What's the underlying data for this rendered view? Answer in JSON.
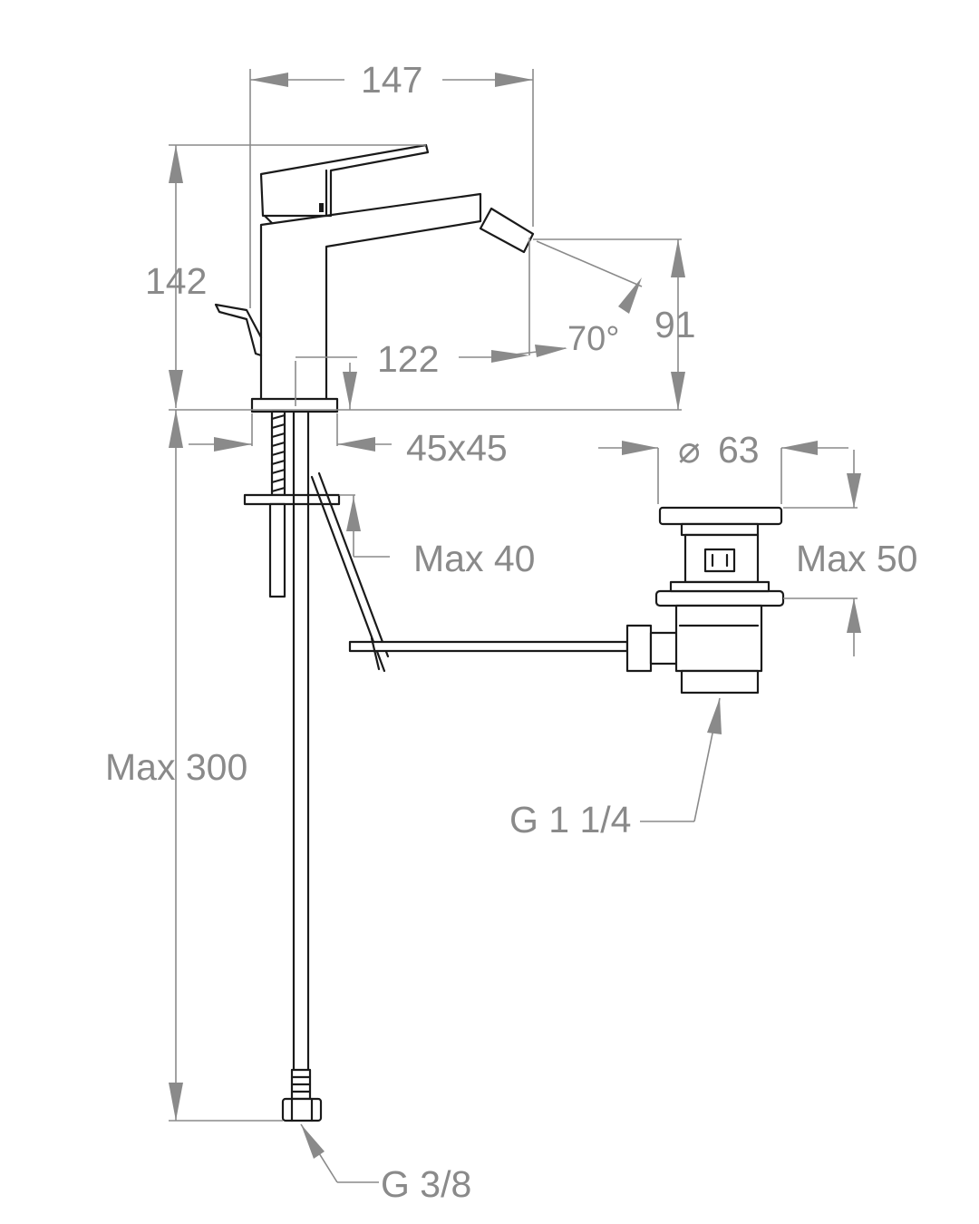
{
  "dimensions": {
    "overall_width": "147",
    "overall_height": "142",
    "spout_height": "91",
    "spout_reach": "122",
    "spray_angle": "70°",
    "base_size": "45x45",
    "deck_thickness_max": "Max 40",
    "waste_diameter": "63",
    "diameter_symbol": "⌀",
    "waste_deck_max": "Max 50",
    "hose_length_max": "Max 300",
    "waste_thread": "G 1 1/4",
    "hose_thread": "G 3/8"
  },
  "colors": {
    "outline": "#1a1a1a",
    "dimension": "#8a8a8a"
  }
}
